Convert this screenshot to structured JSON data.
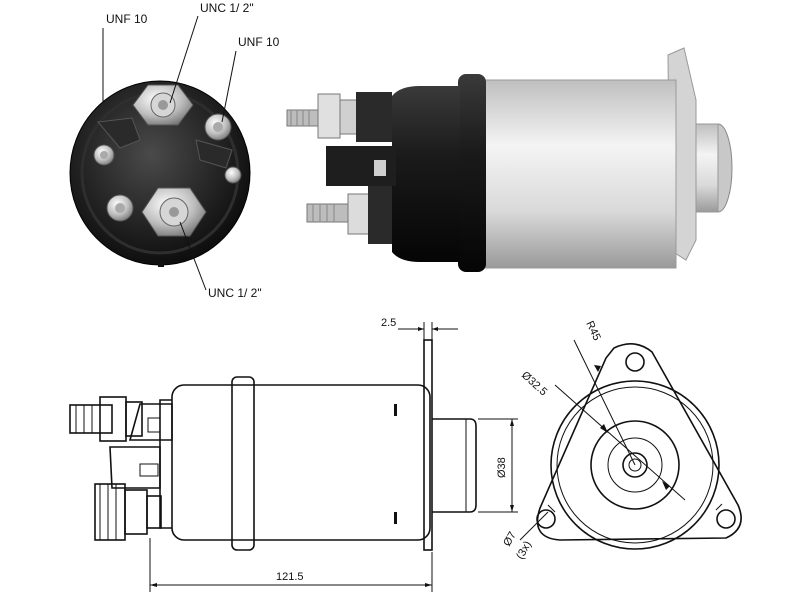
{
  "photo": {
    "labels": {
      "unf_top_left": "UNF 10",
      "unc_top": "UNC 1/ 2\"",
      "unf_right": "UNF 10",
      "unc_bottom": "UNC 1/ 2\""
    }
  },
  "drawing": {
    "dims": {
      "flange_thickness": "2.5",
      "radius": "R45",
      "bore_dia": "Ø32.5",
      "plunger_dia": "Ø38",
      "hole_dia": "Ø7",
      "hole_count": "(3x)",
      "overall_length": "121.5"
    }
  },
  "colors": {
    "ink": "#111111",
    "metal_light": "#e2e2e2",
    "metal_dark": "#1c1c1c"
  }
}
